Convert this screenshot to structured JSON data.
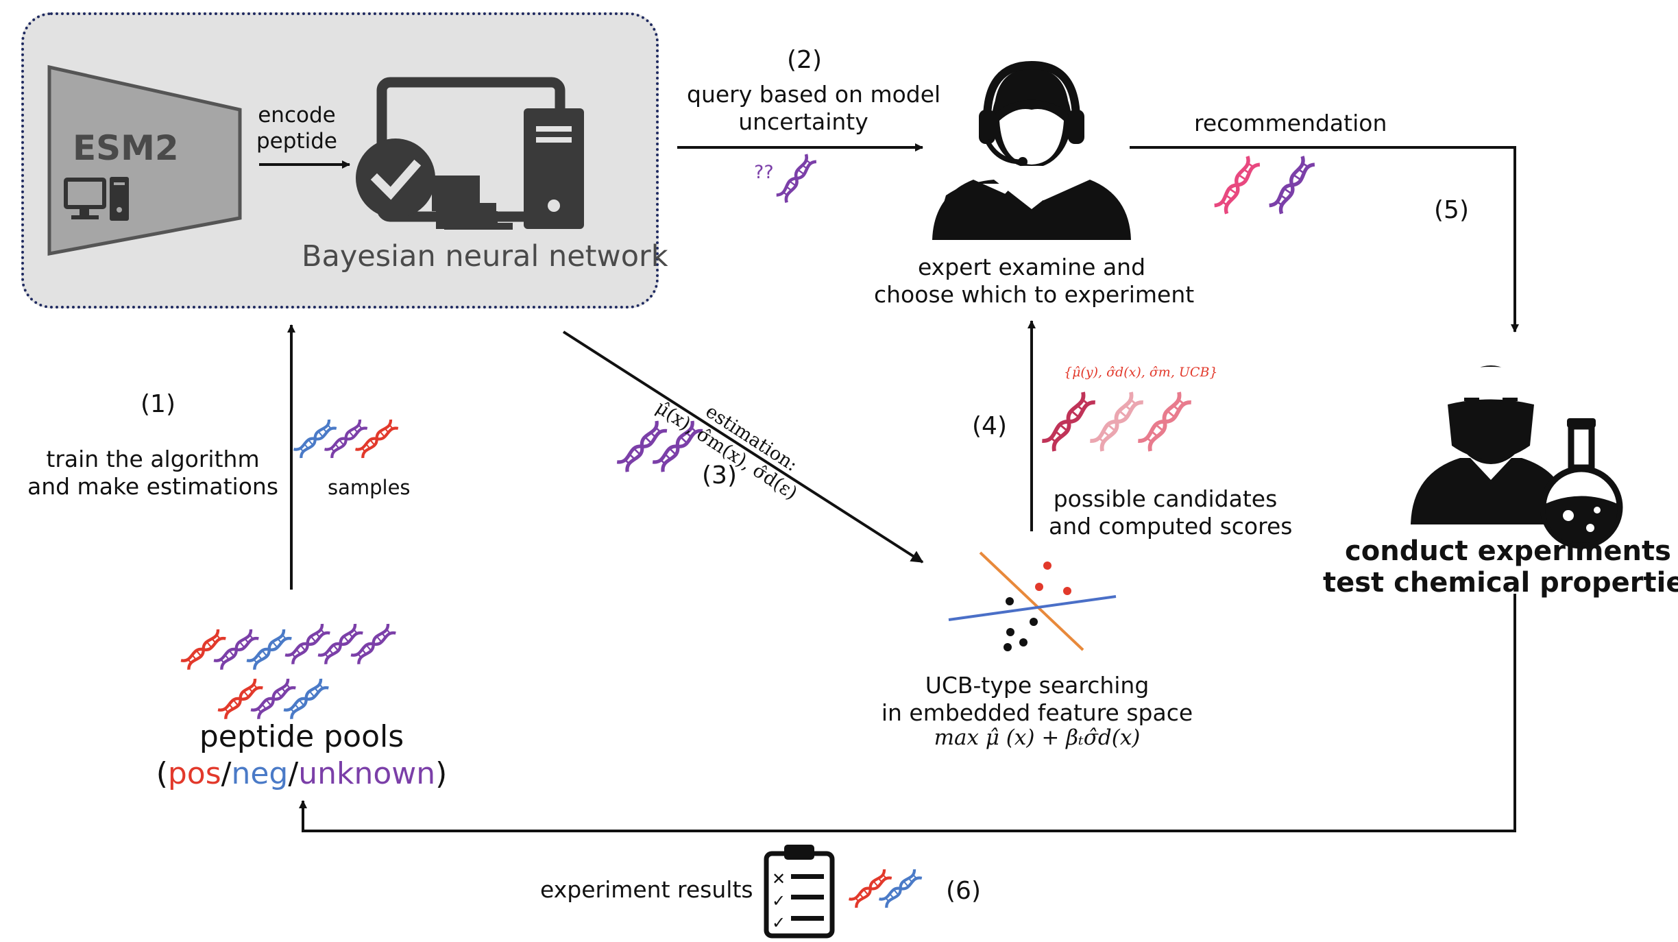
{
  "bnn": {
    "esm_label": "ESM2",
    "encode_label": "encode\npeptide",
    "title": "Bayesian neural network"
  },
  "step1": {
    "num": "(1)",
    "text": "train the algorithm\nand make estimations",
    "samples": "samples"
  },
  "step2": {
    "num": "(2)",
    "text": "query based on model\nuncertainty",
    "qmarks": "??"
  },
  "step3": {
    "num": "(3)",
    "estimation_title": "estimation:",
    "estimation_formula": "μ̂(x), σ̂m(x), σ̂d(ε)"
  },
  "step4": {
    "num": "(4)",
    "scores_formula": "{μ̂(y), σ̂d(x), σ̂m, UCB}",
    "text": "possible candidates\nand computed scores"
  },
  "step5": {
    "num": "(5)",
    "recommendation": "recommendation"
  },
  "step6": {
    "num": "(6)",
    "text": "experiment results"
  },
  "expert": {
    "text": "expert examine and\nchoose which to experiment"
  },
  "ucb": {
    "text": "UCB-type searching\nin embedded feature space",
    "formula": "max μ̂ (x) + βₜσ̂d(x)"
  },
  "experiments": {
    "line1": "conduct experiments",
    "line2": "test chemical properties"
  },
  "pools": {
    "title": "peptide pools",
    "open": "(",
    "pos": "pos",
    "slash1": "/",
    "neg": "neg",
    "slash2": "/",
    "unknown": "unknown",
    "close": ")"
  },
  "colors": {
    "pos": "#e2392b",
    "neg": "#4a7ac7",
    "unknown": "#7b3fa8",
    "pink": "#e8487f",
    "score_red": "#e2392b",
    "ucb_line_orange": "#e8893b",
    "ucb_line_blue": "#4a6fc7"
  },
  "icons": [
    "monitor-check-icon",
    "pc-tower-icon",
    "headset-person-icon",
    "masked-scientist-icon",
    "flask-icon",
    "clipboard-checklist-icon",
    "dna-helix-icon"
  ]
}
